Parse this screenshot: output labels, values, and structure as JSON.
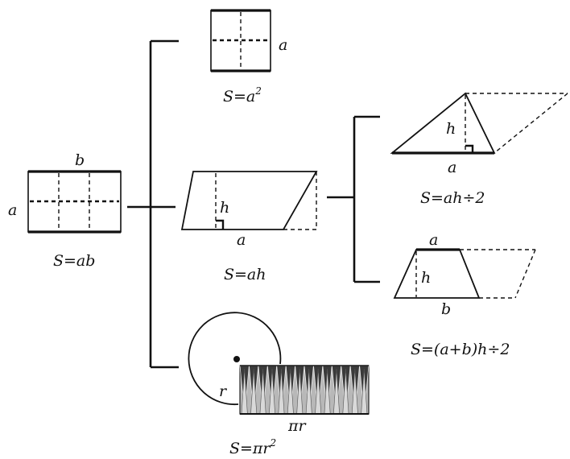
{
  "rectangle": {
    "side_a": "a",
    "side_b": "b",
    "formula": "S=ab"
  },
  "square": {
    "side": "a",
    "formula_base": "S=a",
    "formula_exp": "2"
  },
  "parallelogram": {
    "base": "a",
    "height": "h",
    "formula": "S=ah"
  },
  "triangle": {
    "base": "a",
    "height": "h",
    "formula": "S=ah÷2"
  },
  "trapezoid": {
    "top": "a",
    "bottom": "b",
    "height": "h",
    "formula": "S=(a+b)h÷2"
  },
  "circle": {
    "radius": "r",
    "strip_label": "πr",
    "formula_base": "S=πr",
    "formula_exp": "2"
  }
}
